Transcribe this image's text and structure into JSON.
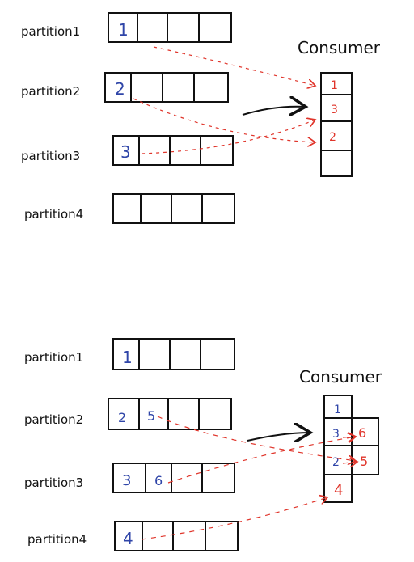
{
  "colors": {
    "ink": "#111111",
    "blue": "#2f45a8",
    "red": "#e0352b"
  },
  "top": {
    "consumer_label": "Consumer",
    "partitions": [
      {
        "label": "partition1",
        "cells": [
          "1",
          "",
          "",
          ""
        ]
      },
      {
        "label": "partition2",
        "cells": [
          "2",
          "",
          "",
          ""
        ]
      },
      {
        "label": "partition3",
        "cells": [
          "3",
          "",
          "",
          ""
        ]
      },
      {
        "label": "partition4",
        "cells": [
          "",
          "",
          "",
          ""
        ]
      }
    ],
    "consumer_cells": [
      "1",
      "3",
      "2",
      ""
    ]
  },
  "bottom": {
    "consumer_label": "Consumer",
    "partitions": [
      {
        "label": "partition1",
        "cells": [
          "1",
          "",
          "",
          ""
        ]
      },
      {
        "label": "partition2",
        "cells": [
          "2",
          "5",
          "",
          ""
        ]
      },
      {
        "label": "partition3",
        "cells": [
          "3",
          "6",
          "",
          ""
        ]
      },
      {
        "label": "partition4",
        "cells": [
          "4",
          "",
          "",
          ""
        ]
      }
    ],
    "consumer_left": [
      "1",
      "3",
      "2",
      "4"
    ],
    "consumer_right": [
      "6",
      "5"
    ]
  }
}
